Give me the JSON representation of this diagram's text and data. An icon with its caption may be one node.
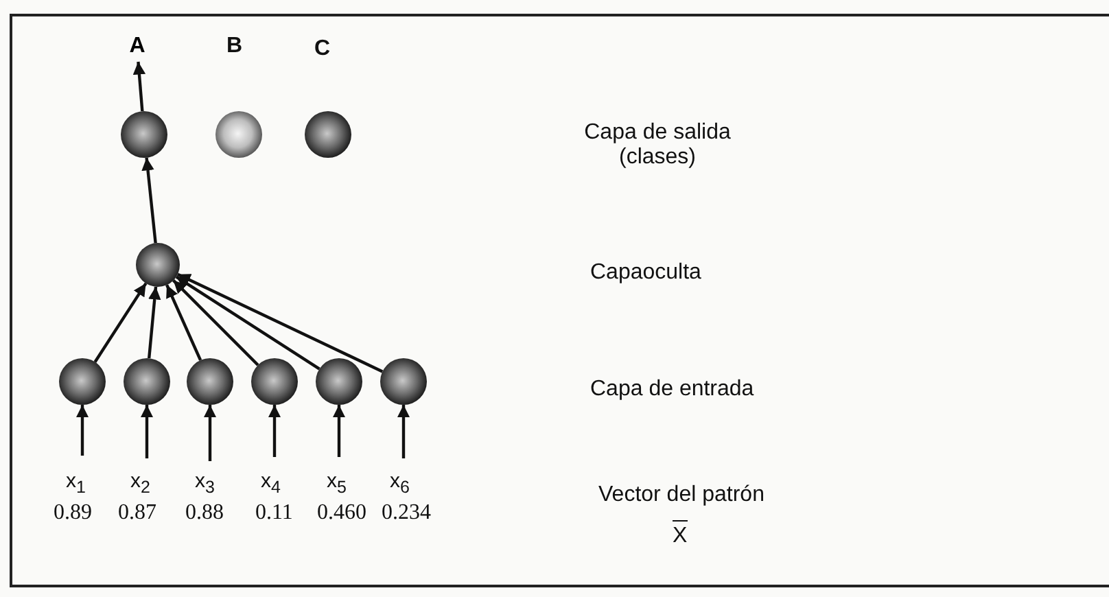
{
  "diagram": {
    "nodes": [
      {
        "text": [
          "A"
        ]
      },
      {
        "text": [],
        "shape": "circle"
      },
      {
        "text": [],
        "shape": "circle"
      },
      {
        "text": [],
        "shape": "circle"
      },
      {
        "text": [],
        "shape": "circle"
      },
      {
        "text": [],
        "shape": "circle"
      },
      {
        "text": [],
        "shape": "circle"
      },
      {
        "text": [],
        "shape": "circle"
      },
      {
        "text": [],
        "shape": "circle"
      },
      {
        "text": [],
        "shape": "circle"
      },
      {
        "text": [],
        "shape": "circle"
      }
    ],
    "edges": [
      {
        "from": 1,
        "to": 0,
        "arrow": "to"
      },
      {
        "from": 4,
        "to": 1,
        "arrow": "to"
      },
      {
        "from": 5,
        "to": 4,
        "arrow": "to"
      },
      {
        "from": 6,
        "to": 4,
        "arrow": "to"
      },
      {
        "from": 7,
        "to": 4,
        "arrow": "to"
      },
      {
        "from": 8,
        "to": 4,
        "arrow": "to"
      },
      {
        "from": 9,
        "to": 4,
        "arrow": "to"
      },
      {
        "from": 10,
        "to": 4,
        "arrow": "to"
      },
      {
        "from": null,
        "to": 5,
        "arrow": "to"
      },
      {
        "from": null,
        "to": 6,
        "arrow": "to"
      },
      {
        "from": null,
        "to": 7,
        "arrow": "to"
      },
      {
        "from": null,
        "to": 8,
        "arrow": "to"
      },
      {
        "from": null,
        "to": 9,
        "arrow": "to"
      },
      {
        "from": null,
        "to": 10,
        "arrow": "to"
      }
    ],
    "labels": [
      "B",
      "C",
      "Capa de salida (clases)",
      "Capaoculta",
      "Capa de entrada",
      "x$_{1}$",
      "x$_{2}$",
      "x$_{3}$",
      "x$_{4}$",
      "x$_{5}$",
      "x$_{6}$",
      "Vector del patrón",
      "0.89",
      "0.87",
      "0.88",
      "0.11",
      "0.460",
      "0.234",
      "X"
    ]
  }
}
